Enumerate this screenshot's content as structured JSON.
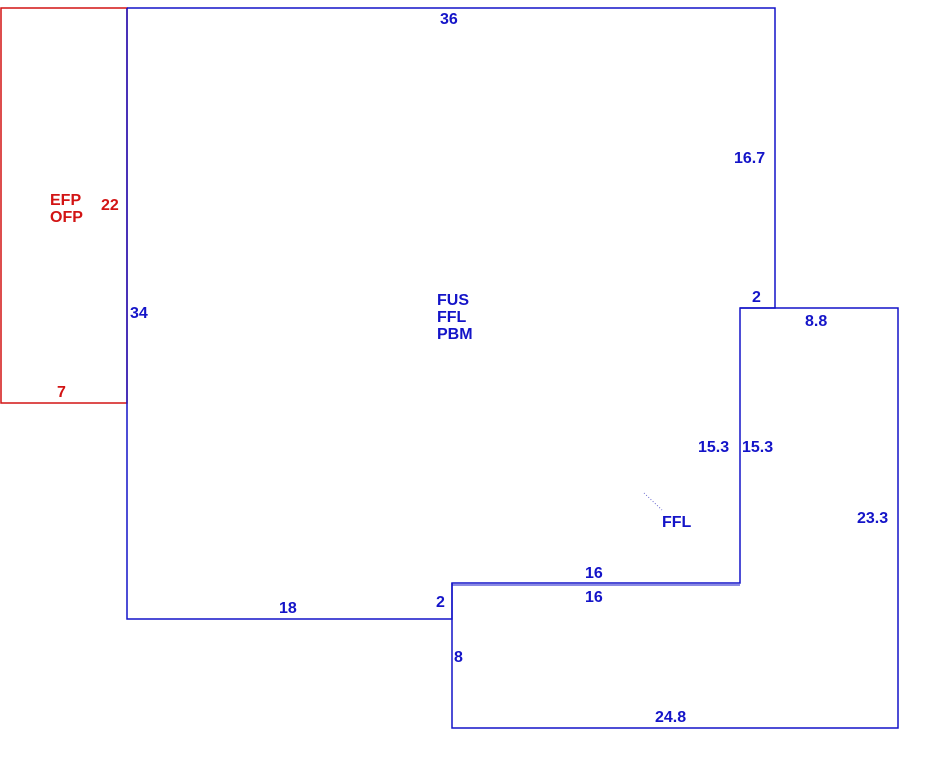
{
  "colors": {
    "main": "#1414c8",
    "porch": "#d21414",
    "leader": "#6a6ad0"
  },
  "porch": {
    "labels": [
      "EFP",
      "OFP"
    ],
    "dims": {
      "side": "22",
      "bottom": "7"
    }
  },
  "main_area": {
    "labels": [
      "FUS",
      "FFL",
      "PBM"
    ],
    "dims": {
      "top": "36",
      "left": "34",
      "right_upper": "16.7",
      "step_top": "2",
      "bottom_left": "18",
      "step_down": "2",
      "inner_right": "15.3",
      "inner_bottom": "16"
    }
  },
  "addition": {
    "label": "FFL",
    "dims": {
      "top": "8.8",
      "inner_left": "15.3",
      "right": "23.3",
      "inner_top": "16",
      "left": "8",
      "bottom": "24.8"
    }
  }
}
